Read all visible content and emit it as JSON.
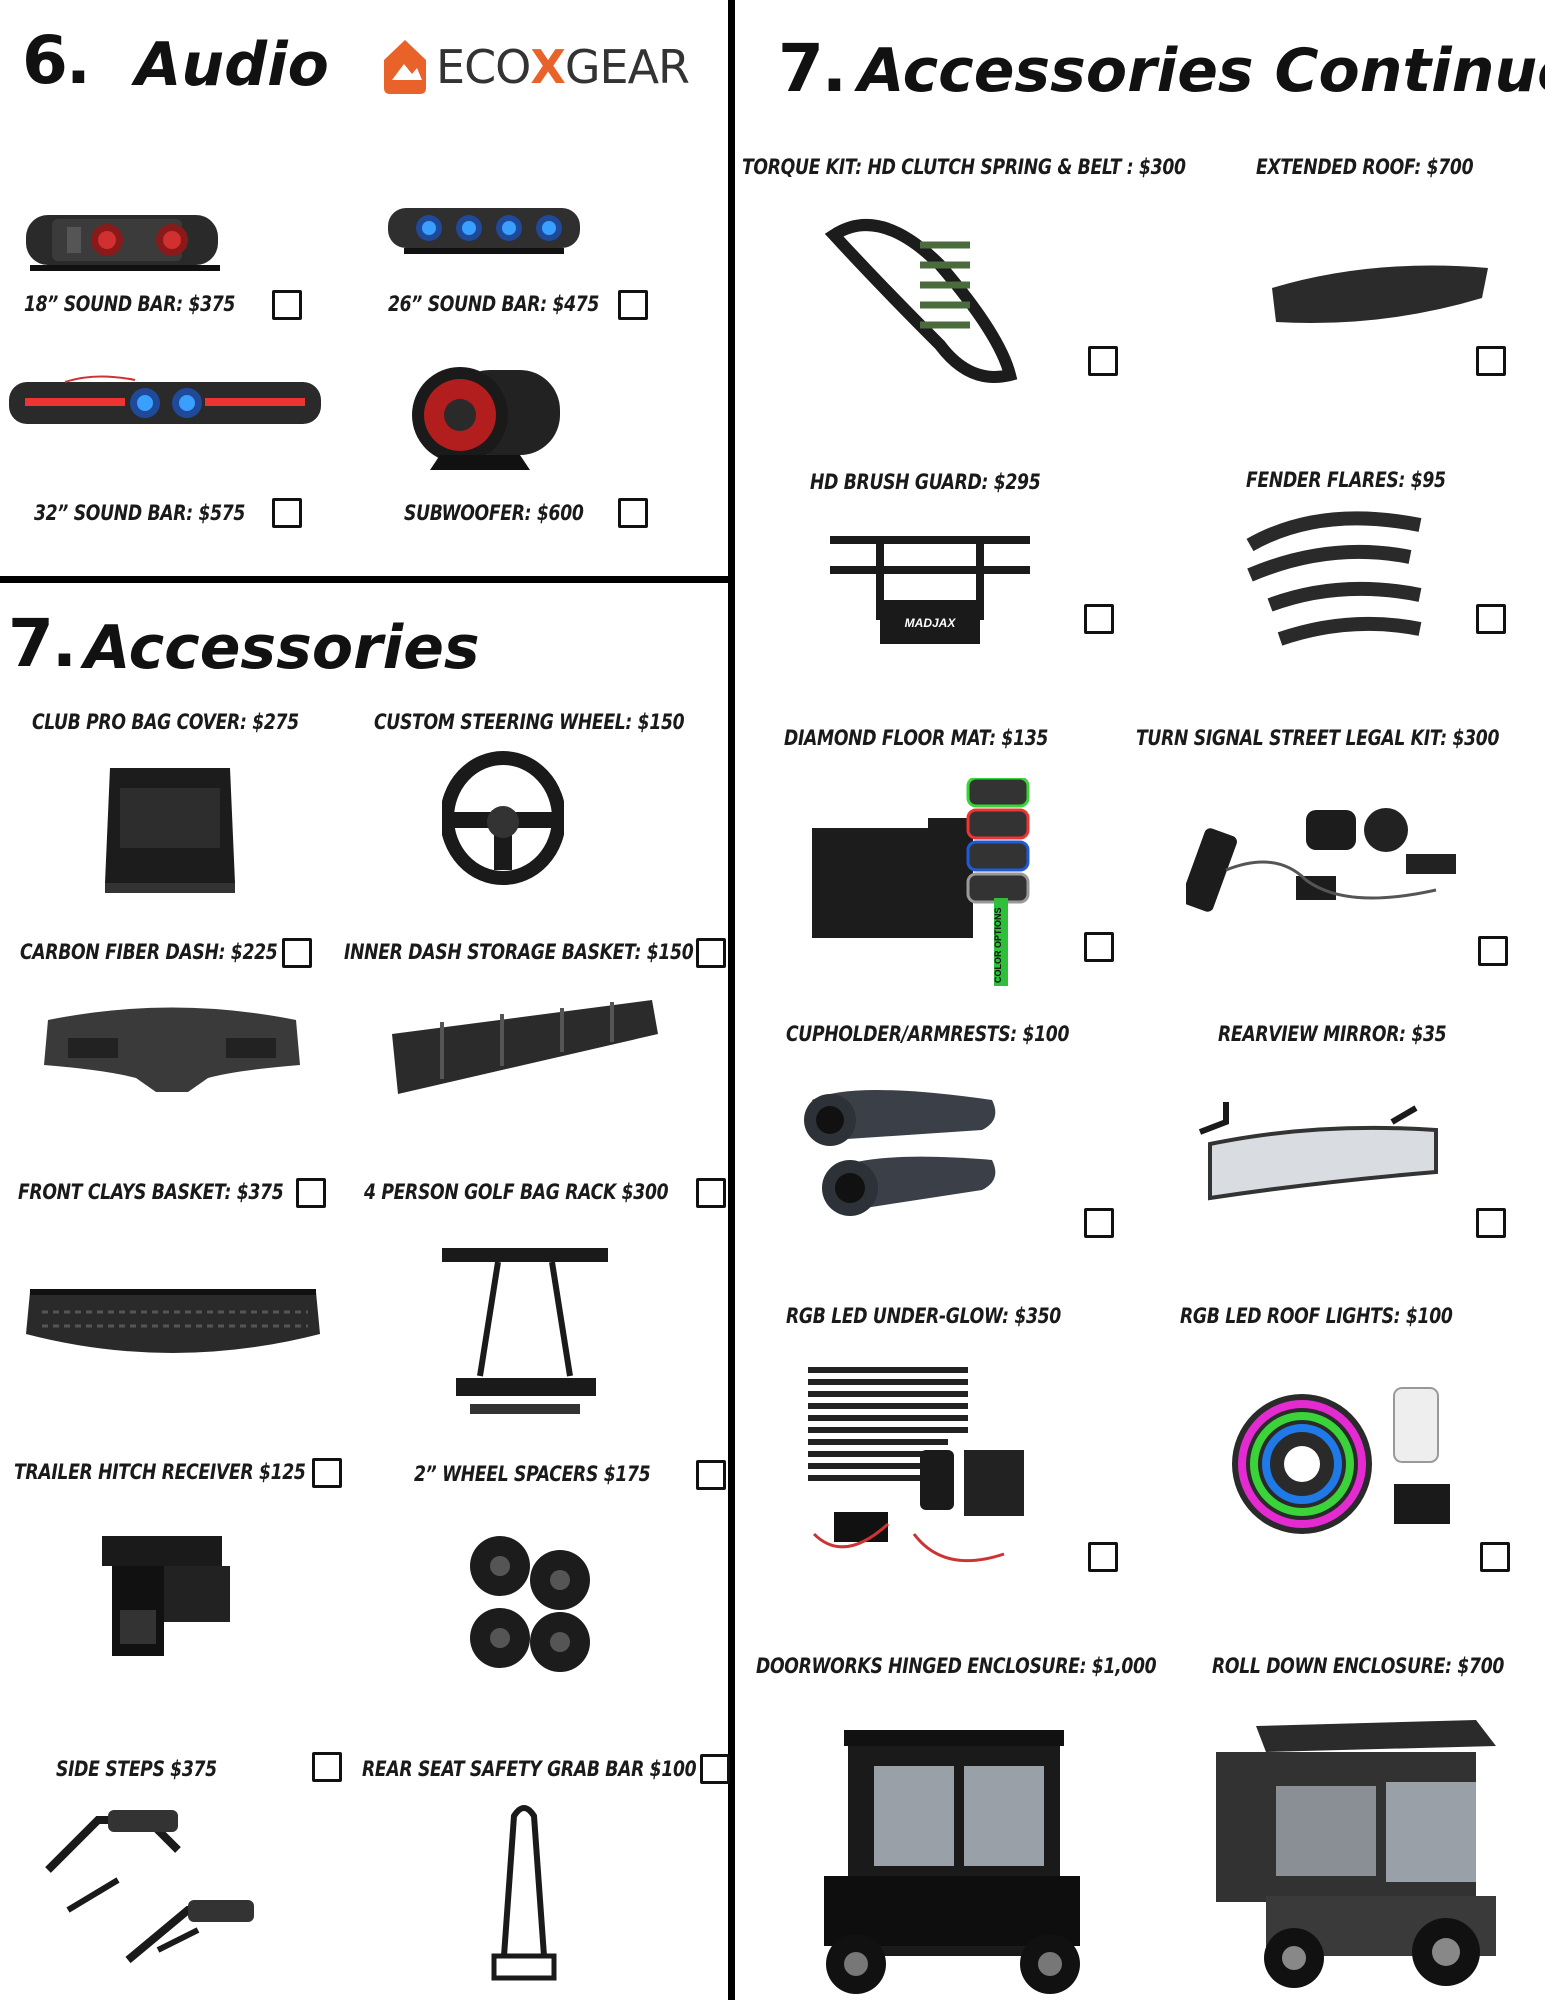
{
  "audio": {
    "number": "6.",
    "title": "Audio",
    "brand_logo": "ECOXGEAR",
    "items": [
      {
        "label": "18” SOUND BAR: $375"
      },
      {
        "label": "26” SOUND BAR: $475"
      },
      {
        "label": "32” SOUND BAR: $575"
      },
      {
        "label": "SUBWOOFER: $600"
      }
    ]
  },
  "accessories": {
    "number": "7.",
    "title": "Accessories",
    "items": [
      {
        "label": "CLUB PRO BAG COVER: $275"
      },
      {
        "label": "CUSTOM STEERING WHEEL: $150"
      },
      {
        "label": "CARBON FIBER DASH: $225"
      },
      {
        "label": "INNER DASH STORAGE BASKET: $150"
      },
      {
        "label": "FRONT CLAYS BASKET: $375"
      },
      {
        "label": "4 PERSON GOLF BAG RACK $300"
      },
      {
        "label": "TRAILER HITCH RECEIVER $125"
      },
      {
        "label": "2” WHEEL SPACERS $175"
      },
      {
        "label": "SIDE STEPS $375"
      },
      {
        "label": "REAR SEAT SAFETY GRAB BAR $100"
      }
    ]
  },
  "accessories_continued": {
    "number": "7.",
    "title": "Accessories Continued",
    "items": [
      {
        "label": "TORQUE KIT: HD CLUTCH SPRING & BELT : $300"
      },
      {
        "label": "EXTENDED ROOF: $700"
      },
      {
        "label": "HD BRUSH GUARD: $295"
      },
      {
        "label": "FENDER FLARES: $95"
      },
      {
        "label": "DIAMOND FLOOR MAT: $135"
      },
      {
        "label": "TURN SIGNAL STREET LEGAL KIT: $300"
      },
      {
        "label": "CUPHOLDER/ARMRESTS: $100"
      },
      {
        "label": "REARVIEW MIRROR: $35"
      },
      {
        "label": "RGB LED UNDER-GLOW: $350"
      },
      {
        "label": "RGB LED ROOF LIGHTS: $100"
      },
      {
        "label": "DOORWORKS HINGED ENCLOSURE: $1,000"
      },
      {
        "label": "ROLL DOWN ENCLOSURE: $700"
      }
    ]
  },
  "image_texts": {
    "brush_guard_brand": "MADJAX",
    "floor_mat_side": "COLOR OPTIONS"
  },
  "colors": {
    "accent": "#e8622a",
    "rule": "#000000"
  }
}
